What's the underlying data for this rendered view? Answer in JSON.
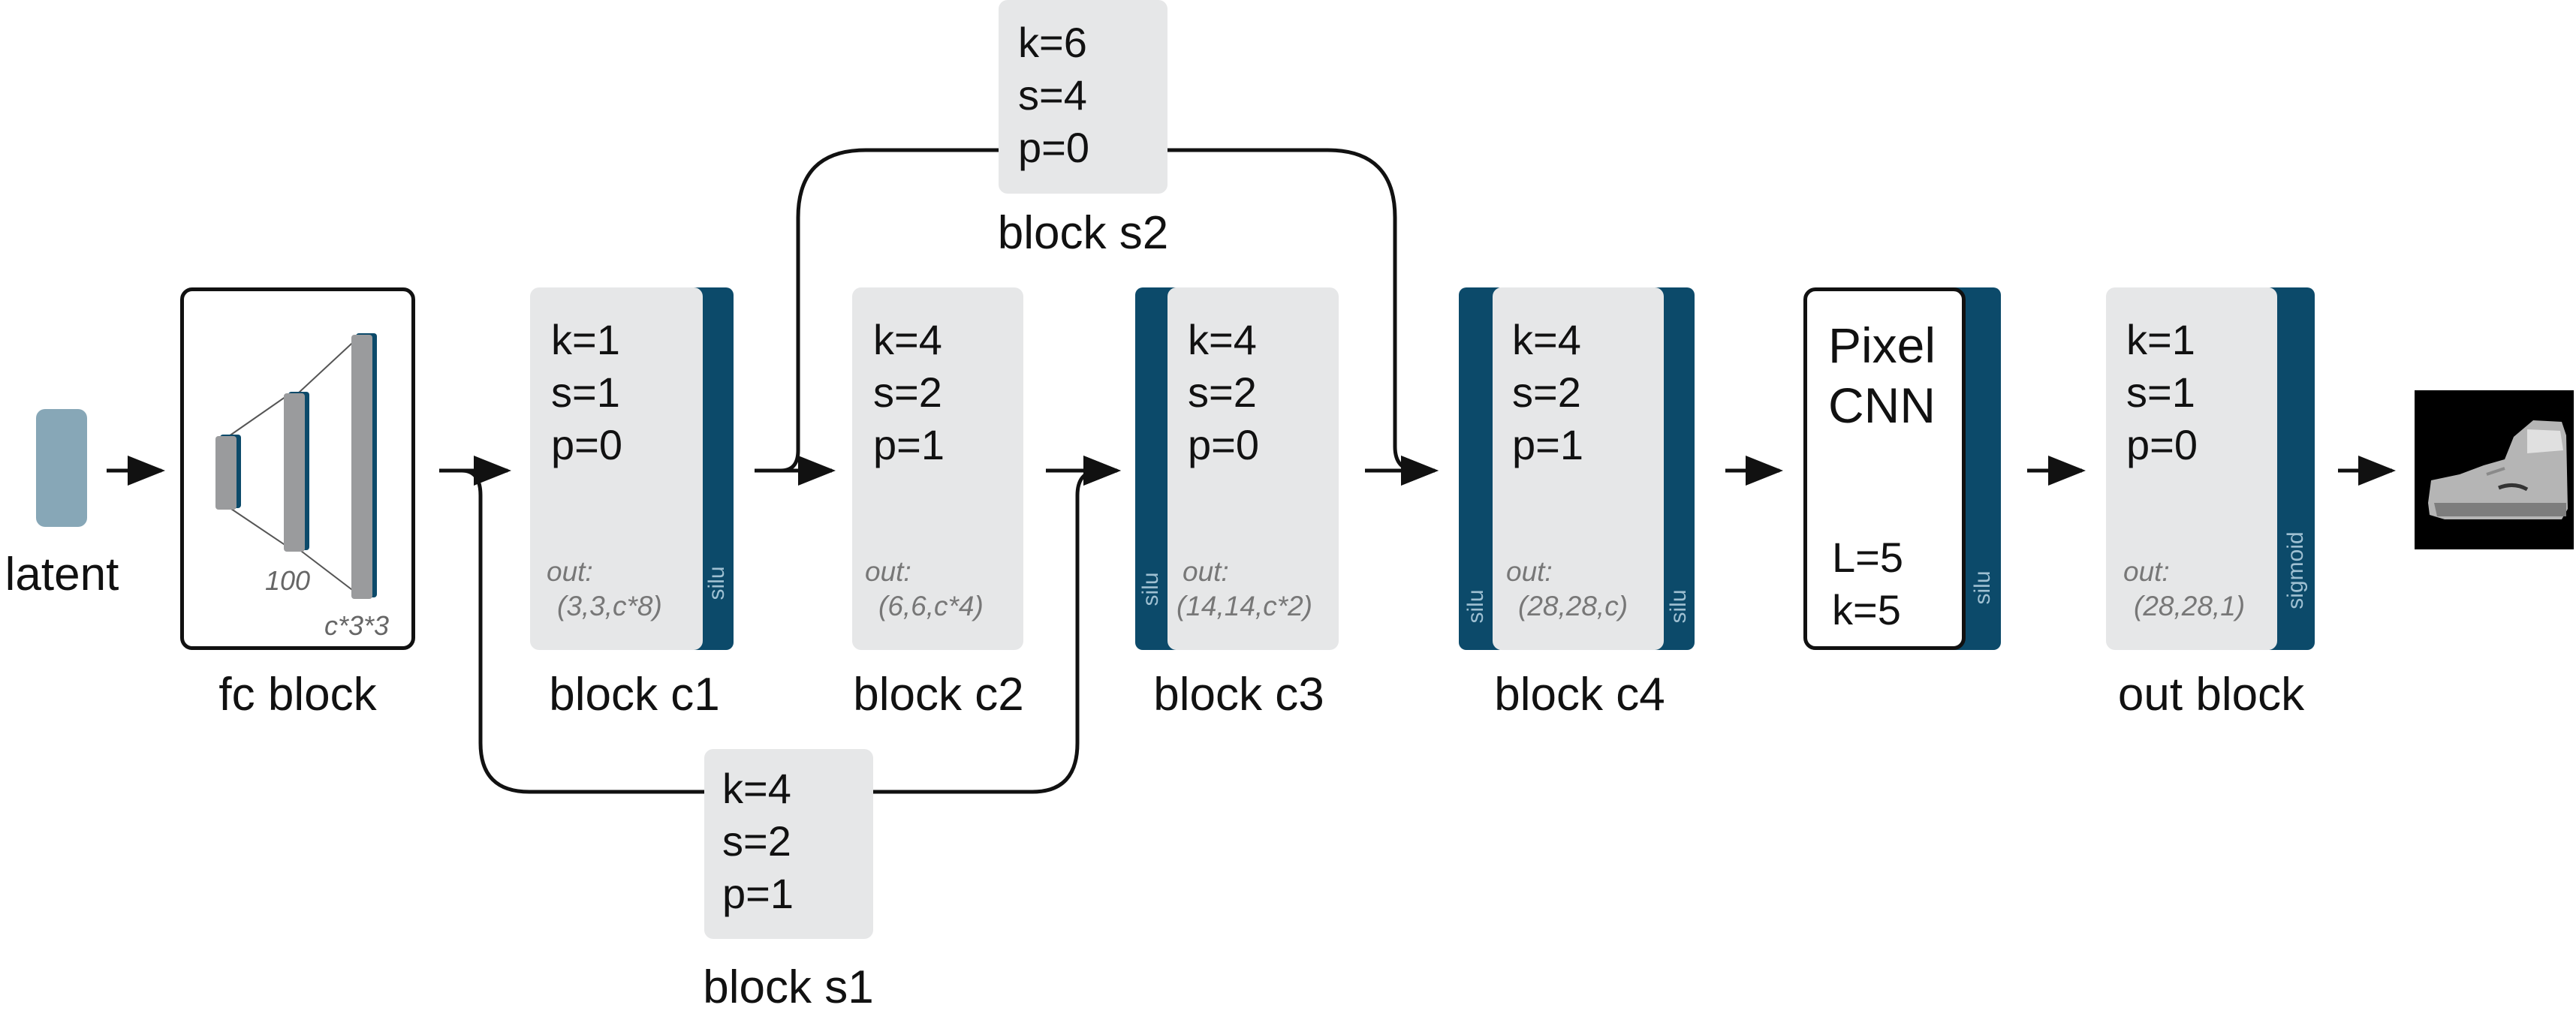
{
  "nodes": {
    "latent": {
      "label": "latent"
    },
    "fc_block": {
      "label": "fc block",
      "hidden_units": "100",
      "output_units": "c*3*3"
    },
    "block_c1": {
      "label": "block c1",
      "params": "k=1\ns=1\np=0",
      "out_label": "out:",
      "out_shape": "(3,3,c*8)",
      "activation": "silu"
    },
    "block_c2": {
      "label": "block c2",
      "params": "k=4\ns=2\np=1",
      "out_label": "out:",
      "out_shape": "(6,6,c*4)"
    },
    "block_c3": {
      "label": "block c3",
      "params": "k=4\ns=2\np=0",
      "out_label": "out:",
      "out_shape": "(14,14,c*2)",
      "activation": "silu"
    },
    "block_c4": {
      "label": "block c4",
      "params": "k=4\ns=2\np=1",
      "out_label": "out:",
      "out_shape": "(28,28,c)",
      "activation_left": "silu",
      "activation_right": "silu"
    },
    "pixel_cnn": {
      "title": "Pixel\nCNN",
      "params": "L=5\nk=5",
      "activation": "silu"
    },
    "out_block": {
      "label": "out block",
      "params": "k=1\ns=1\np=0",
      "out_label": "out:",
      "out_shape": "(28,28,1)",
      "activation": "sigmoid"
    },
    "block_s1": {
      "label": "block s1",
      "params": "k=4\ns=2\np=1"
    },
    "block_s2": {
      "label": "block s2",
      "params": "k=6\ns=4\np=0"
    }
  },
  "colors": {
    "teal": "#0c4a6a",
    "gray": "#e6e7e8",
    "latent": "#87a7b7",
    "text": "#111111"
  },
  "icons": {
    "output_image": "sneaker-image"
  }
}
